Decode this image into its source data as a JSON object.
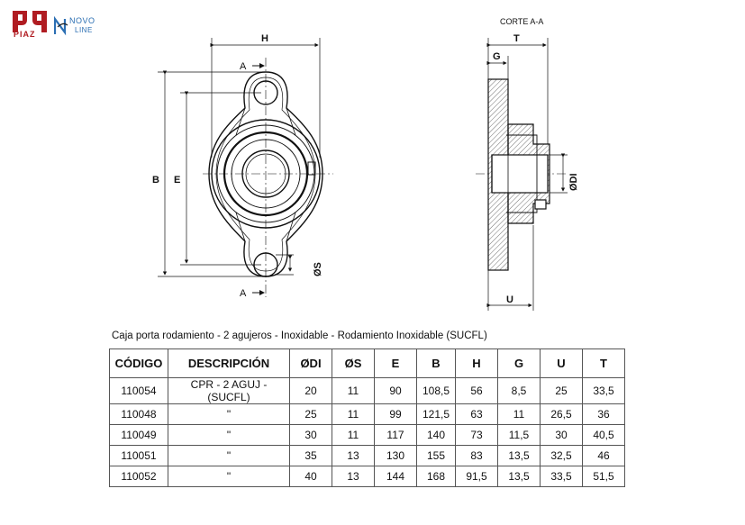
{
  "brand": {
    "piaz_logo_text": "PIAZ",
    "novo_logo_text": [
      "NOVO",
      "LINE"
    ],
    "accent_color": "#b01c22",
    "secondary_color": "#2c6fb3"
  },
  "drawing": {
    "section_title": "CORTE A-A",
    "labels": {
      "H": "H",
      "B": "B",
      "E": "E",
      "A_top": "A",
      "A_bottom": "A",
      "S": "ØS",
      "T": "T",
      "G": "G",
      "DI": "ØDI",
      "U": "U"
    }
  },
  "caption": "Caja porta rodamiento - 2 agujeros - Inoxidable - Rodamiento Inoxidable (SUCFL)",
  "table": {
    "headers": [
      "CÓDIGO",
      "DESCRIPCIÓN",
      "ØDI",
      "ØS",
      "E",
      "B",
      "H",
      "G",
      "U",
      "T"
    ],
    "rows": [
      [
        "110054",
        "CPR - 2 AGUJ - (SUCFL)",
        "20",
        "11",
        "90",
        "108,5",
        "56",
        "8,5",
        "25",
        "33,5"
      ],
      [
        "110048",
        "\"",
        "25",
        "11",
        "99",
        "121,5",
        "63",
        "11",
        "26,5",
        "36"
      ],
      [
        "110049",
        "\"",
        "30",
        "11",
        "117",
        "140",
        "73",
        "11,5",
        "30",
        "40,5"
      ],
      [
        "110051",
        "\"",
        "35",
        "13",
        "130",
        "155",
        "83",
        "13,5",
        "32,5",
        "46"
      ],
      [
        "110052",
        "\"",
        "40",
        "13",
        "144",
        "168",
        "91,5",
        "13,5",
        "33,5",
        "51,5"
      ]
    ]
  }
}
